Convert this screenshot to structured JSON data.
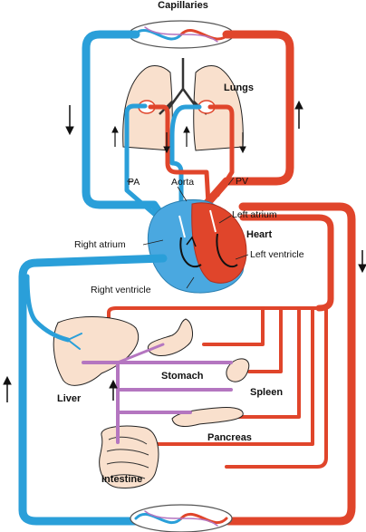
{
  "labels": {
    "capillaries": "Capillaries",
    "lungs": "Lungs",
    "pa": "PA",
    "pv": "PV",
    "aorta": "Aorta",
    "left_atrium": "Left atrium",
    "heart": "Heart",
    "right_atrium": "Right atrium",
    "left_ventricle": "Left ventricle",
    "right_ventricle": "Right ventricle",
    "stomach": "Stomach",
    "liver": "Liver",
    "spleen": "Spleen",
    "pancreas": "Pancreas",
    "intestine": "Intestine"
  },
  "colors": {
    "deoxygenated": "#2a9fd9",
    "oxygenated": "#e0452b",
    "portal": "#b476c0",
    "organ_fill": "#f9e0cd"
  }
}
